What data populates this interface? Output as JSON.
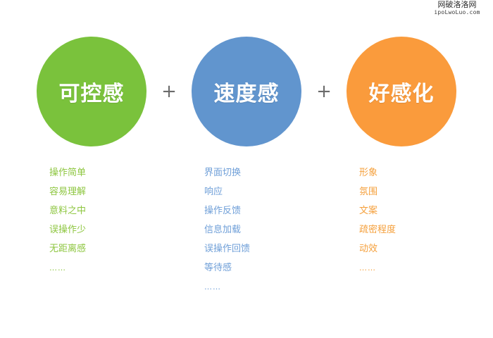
{
  "watermark": {
    "title": "网破洛洛网",
    "url": "ipoLwoLuo.com"
  },
  "operators": {
    "plus": "+"
  },
  "colors": {
    "green_circle": "#7ac23c",
    "blue_circle": "#6195ce",
    "orange_circle": "#fa9b3c",
    "green_text": "#8dc63f",
    "blue_text": "#6f9fd8",
    "orange_text": "#f5a03c",
    "plus_sign": "#6b6b6b",
    "background": "#ffffff"
  },
  "columns": [
    {
      "id": "controllability",
      "circle_label": "可控感",
      "items": [
        "操作简单",
        "容易理解",
        "意料之中",
        "误操作少",
        "无距离感",
        "……"
      ]
    },
    {
      "id": "speed",
      "circle_label": "速度感",
      "items": [
        "界面切换",
        "响应",
        "操作反馈",
        "信息加载",
        "误操作回馈",
        "等待感",
        "……"
      ]
    },
    {
      "id": "affinity",
      "circle_label": "好感化",
      "items": [
        "形象",
        "氛围",
        "文案",
        "疏密程度",
        "动效",
        "……"
      ]
    }
  ]
}
